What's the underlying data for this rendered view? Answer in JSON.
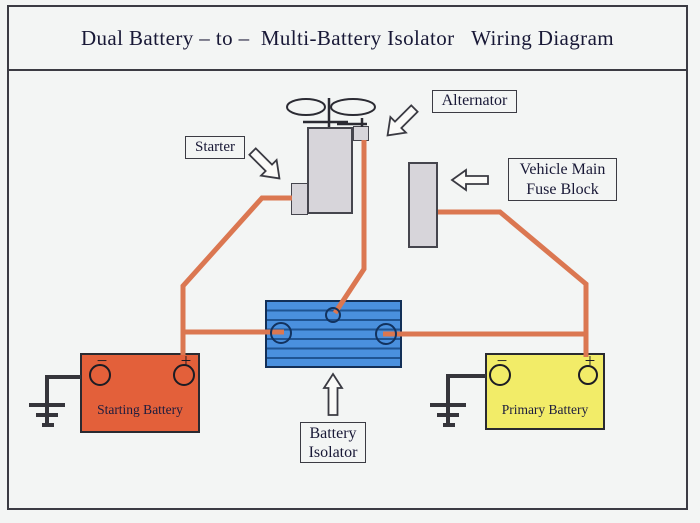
{
  "title": "Dual Battery – to –  Multi-Battery Isolator   Wiring Diagram",
  "components": {
    "alternator": {
      "label": "Alternator"
    },
    "starter": {
      "label": "Starter"
    },
    "fuse_block": {
      "label_lines": [
        "Vehicle Main",
        "Fuse Block"
      ]
    },
    "battery_isolator": {
      "label_lines": [
        "Battery",
        "Isolator"
      ]
    },
    "starting_battery": {
      "label": "Starting Battery",
      "negative": "−",
      "positive": "+"
    },
    "primary_battery": {
      "label": "Primary Battery",
      "negative": "−",
      "positive": "+"
    }
  },
  "colors": {
    "wire": "#db7751",
    "ground": "#35353b",
    "frame": "#3b3b43",
    "text": "#181836",
    "component_gray": "#d7d5da",
    "component_border": "#45454d",
    "isolator_blue": "#4a90de",
    "isolator_stripe": "#1f5493",
    "starting_battery": "#e3603a",
    "primary_battery": "#f2ec68",
    "background": "#f3f5f4"
  }
}
